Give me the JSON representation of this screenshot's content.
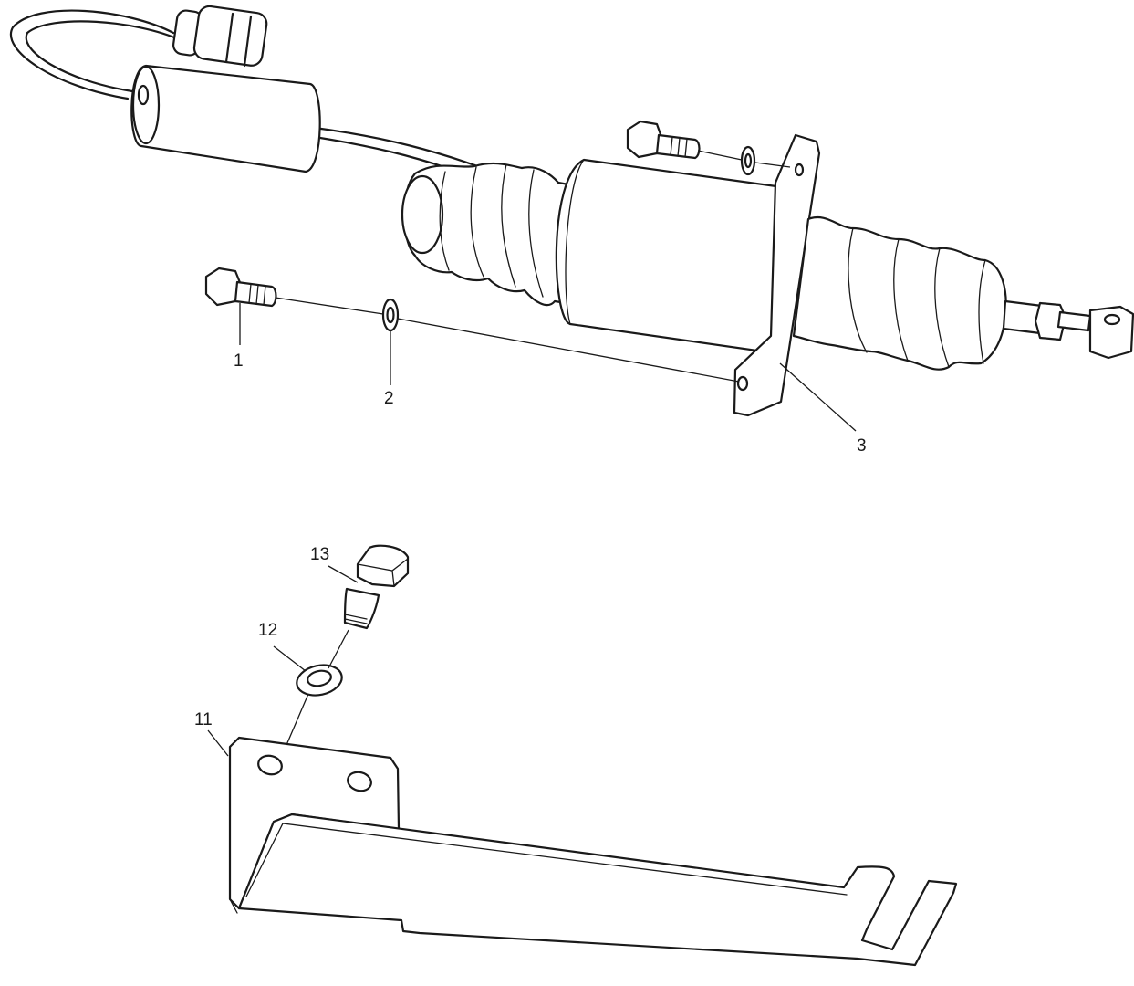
{
  "colors": {
    "background": "#ffffff",
    "ink": "#1a1a1a"
  },
  "callouts": {
    "c1": "1",
    "c2": "2",
    "c3": "3",
    "c11": "11",
    "c12": "12",
    "c13": "13"
  }
}
